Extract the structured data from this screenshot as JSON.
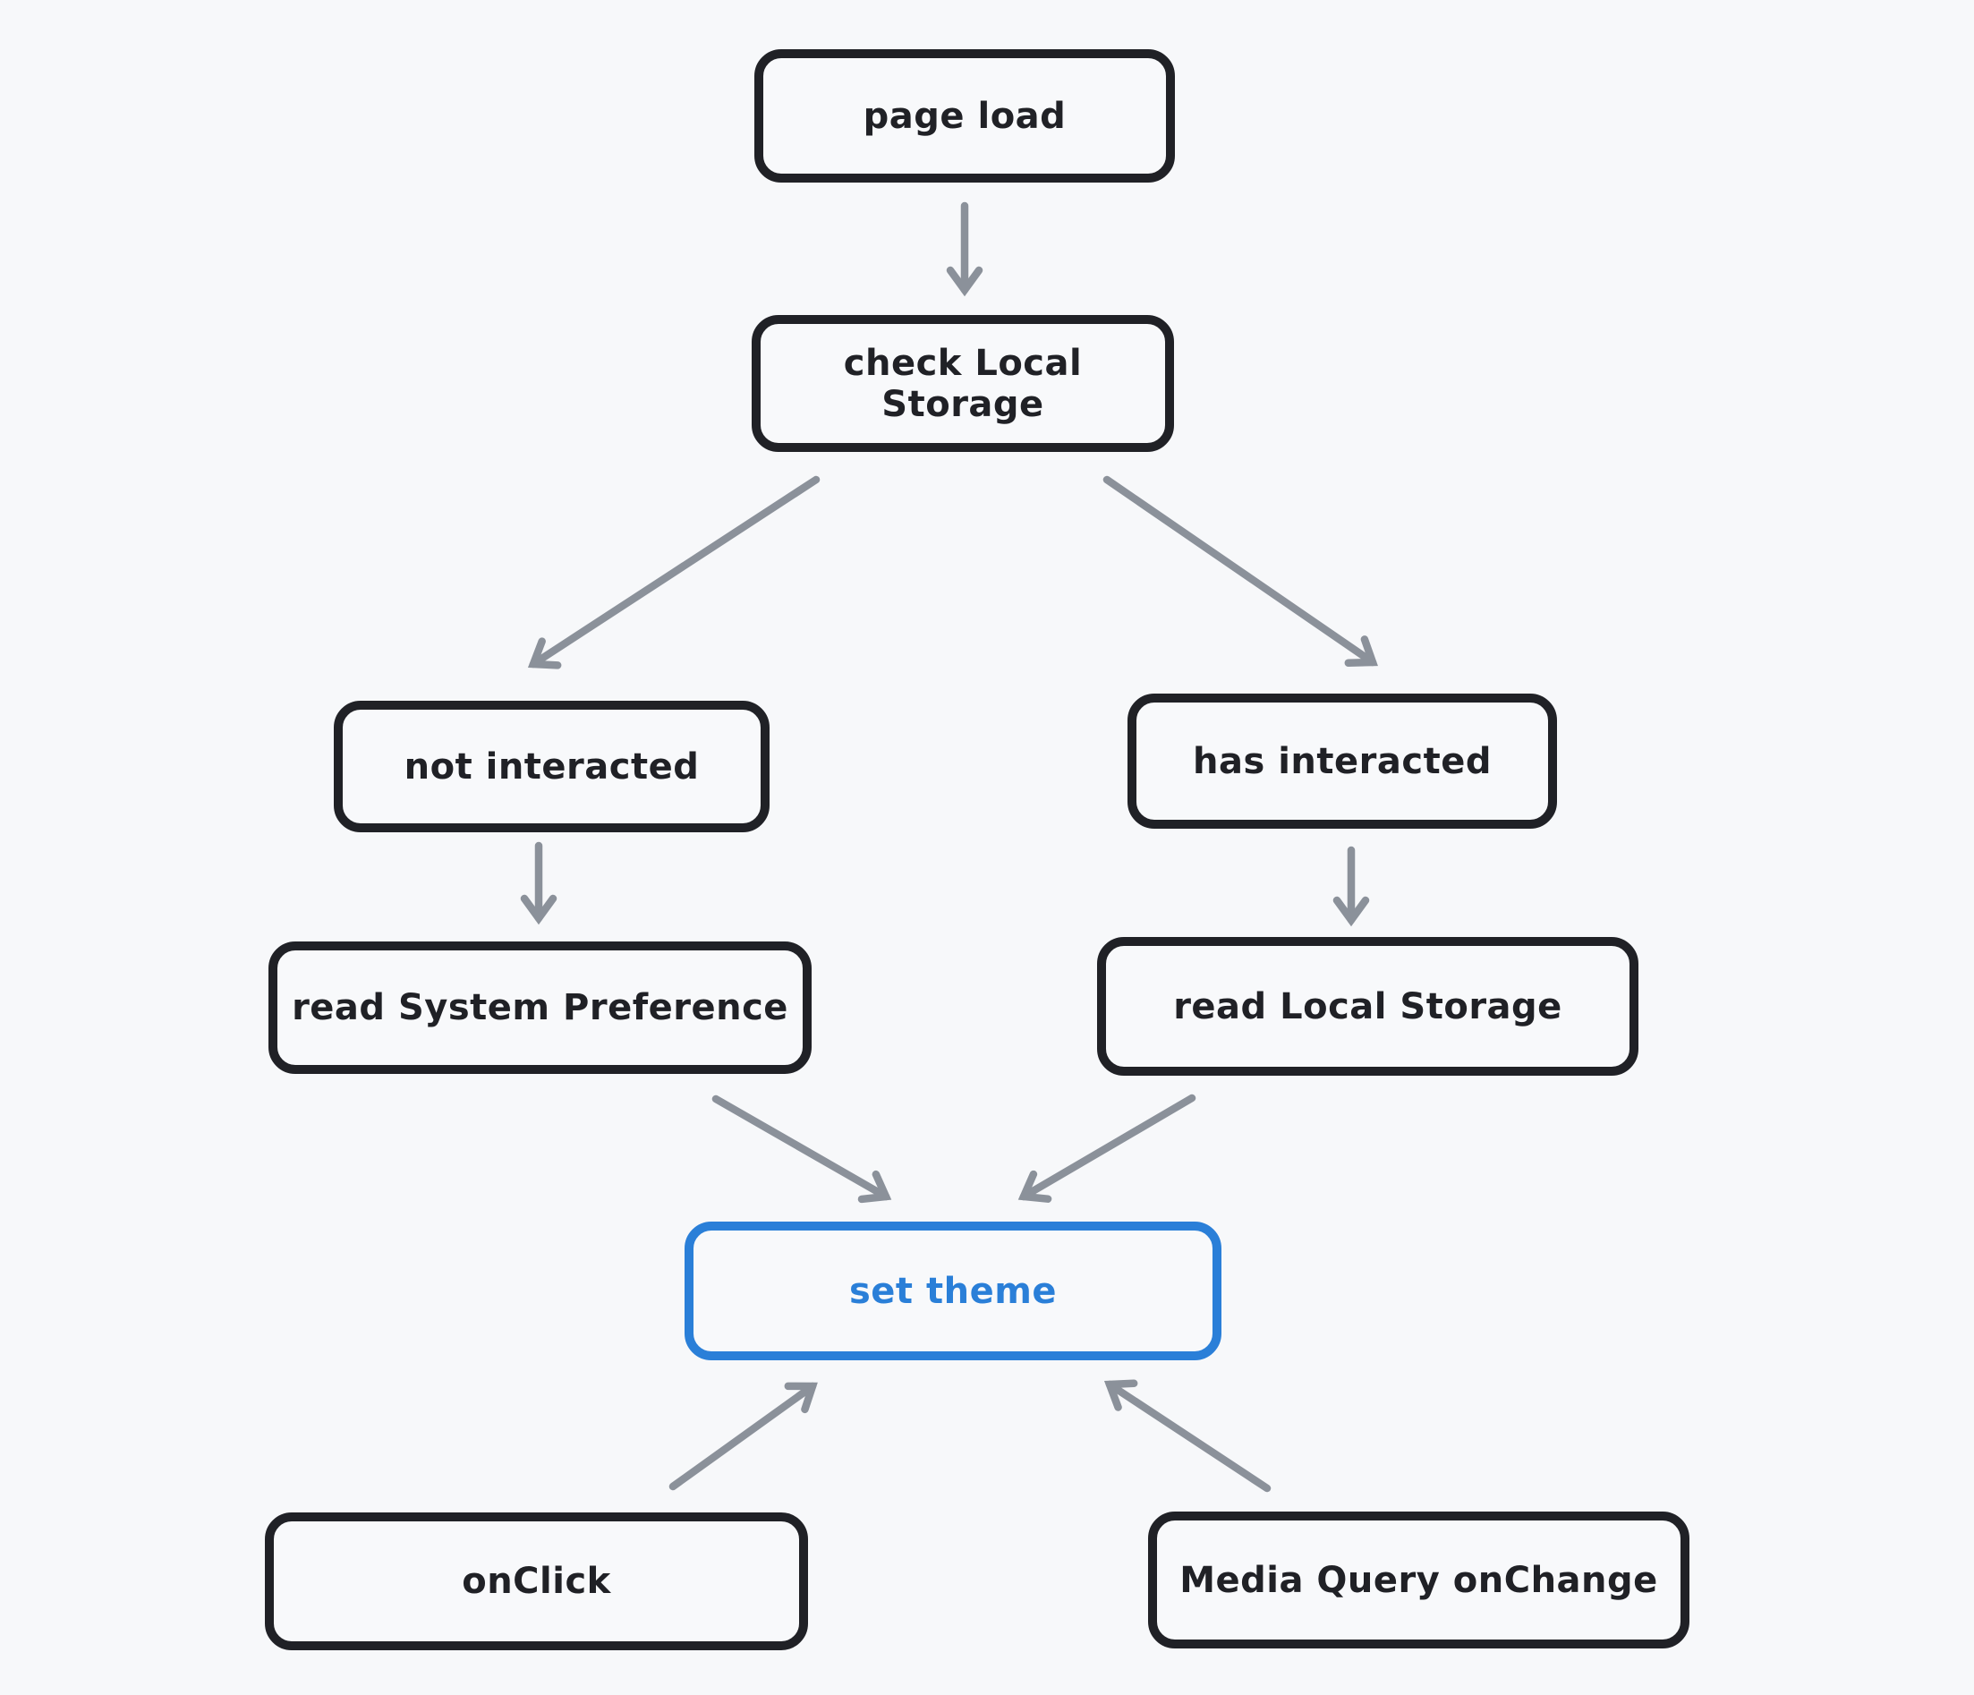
{
  "diagram": {
    "type": "flowchart",
    "colors": {
      "background": "#f7f8fa",
      "node_border": "#202126",
      "node_text": "#202126",
      "accent_blue": "#2a7fd8",
      "arrow_gray": "#8b919a"
    },
    "nodes": [
      {
        "id": "page-load",
        "label": "page load"
      },
      {
        "id": "check-local-storage",
        "label": "check Local Storage"
      },
      {
        "id": "not-interacted",
        "label": "not interacted"
      },
      {
        "id": "has-interacted",
        "label": "has interacted"
      },
      {
        "id": "read-system-preference",
        "label": "read System Preference"
      },
      {
        "id": "read-local-storage",
        "label": "read Local Storage"
      },
      {
        "id": "set-theme",
        "label": "set theme",
        "accent": true
      },
      {
        "id": "on-click",
        "label": "onClick"
      },
      {
        "id": "media-query-onchange",
        "label": "Media Query onChange"
      }
    ],
    "edges": [
      {
        "from": "page-load",
        "to": "check-local-storage"
      },
      {
        "from": "check-local-storage",
        "to": "not-interacted"
      },
      {
        "from": "check-local-storage",
        "to": "has-interacted"
      },
      {
        "from": "not-interacted",
        "to": "read-system-preference"
      },
      {
        "from": "has-interacted",
        "to": "read-local-storage"
      },
      {
        "from": "read-system-preference",
        "to": "set-theme"
      },
      {
        "from": "read-local-storage",
        "to": "set-theme"
      },
      {
        "from": "on-click",
        "to": "set-theme"
      },
      {
        "from": "media-query-onchange",
        "to": "set-theme"
      }
    ]
  }
}
